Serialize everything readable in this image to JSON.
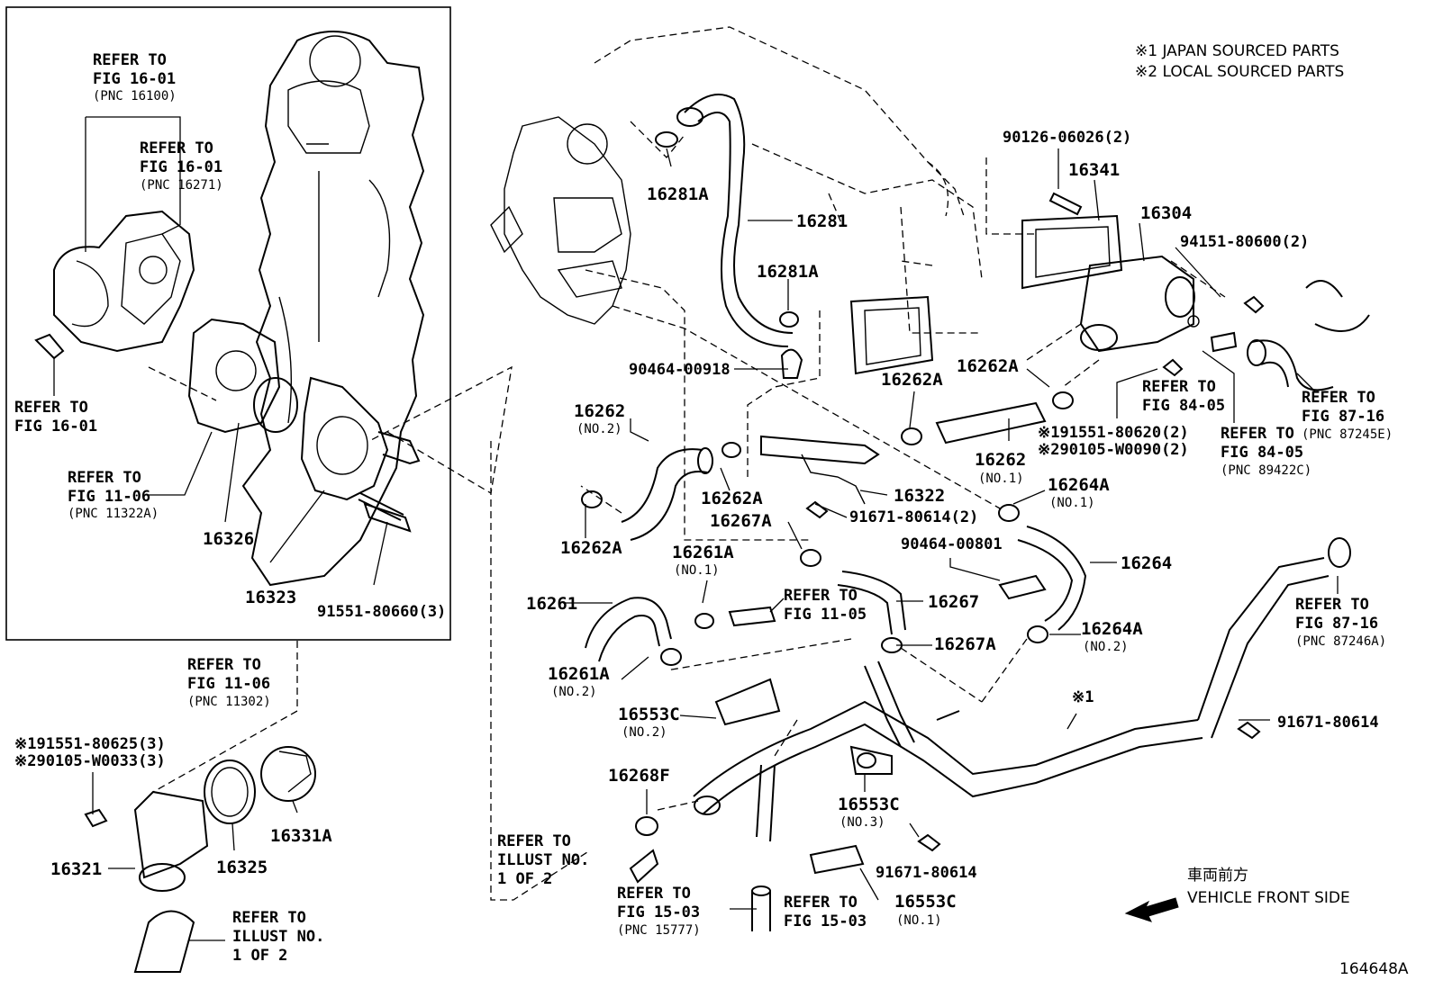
{
  "legend": {
    "note1": "※1 JAPAN SOURCED PARTS",
    "note2": "※2 LOCAL SOURCED PARTS"
  },
  "references": {
    "fig1601_pnc16100": {
      "l1": "REFER TO",
      "l2": "FIG 16-01",
      "l3": "(PNC 16100)"
    },
    "fig1601_pnc16271": {
      "l1": "REFER TO",
      "l2": "FIG 16-01",
      "l3": "(PNC 16271)"
    },
    "fig1601": {
      "l1": "REFER TO",
      "l2": "FIG 16-01"
    },
    "fig1106_pnc11322a": {
      "l1": "REFER TO",
      "l2": "FIG 11-06",
      "l3": "(PNC 11322A)"
    },
    "fig1106_pnc11302": {
      "l1": "REFER TO",
      "l2": "FIG 11-06",
      "l3": "(PNC 11302)"
    },
    "fig1105": {
      "l1": "REFER TO",
      "l2": "FIG 11-05"
    },
    "fig8405": {
      "l1": "REFER TO",
      "l2": "FIG 84-05"
    },
    "fig8405_pnc89422c": {
      "l1": "REFER TO",
      "l2": "FIG 84-05",
      "l3": "(PNC 89422C)"
    },
    "fig8716_pnc87245e": {
      "l1": "REFER TO",
      "l2": "FIG 87-16",
      "l3": "(PNC 87245E)"
    },
    "fig8716_pnc87246a": {
      "l1": "REFER TO",
      "l2": "FIG 87-16",
      "l3": "(PNC 87246A)"
    },
    "fig1503_pnc15777": {
      "l1": "REFER TO",
      "l2": "FIG 15-03",
      "l3": "(PNC 15777)"
    },
    "fig1503": {
      "l1": "REFER TO",
      "l2": "FIG 15-03"
    },
    "illust_left": {
      "l1": "REFER TO",
      "l2": "ILLUST NO.",
      "l3": "1 OF 2"
    },
    "illust_mid": {
      "l1": "REFER TO",
      "l2": "ILLUST NO.",
      "l3": "1 OF 2"
    }
  },
  "parts": {
    "p16326": "16326",
    "p16323": "16323",
    "p91551_80660": "91551-80660(3)",
    "p16281A_top": "16281A",
    "p16281": "16281",
    "p16281A_mid": "16281A",
    "p90464_00918": "90464-00918",
    "p90126": "90126-06026(2)",
    "p16341": "16341",
    "p16304": "16304",
    "p94151": "94151-80600(2)",
    "p16262A_r1": "16262A",
    "p16262A_r2": "16262A",
    "p16262_r": "16262",
    "p16262_r_sub": "(NO.1)",
    "p191551_80620": "※191551-80620(2)",
    "p290105_w0090": "※290105-W0090(2)",
    "p16262_l": "16262",
    "p16262_l_sub": "(NO.2)",
    "p16262A_c": "16262A",
    "p16262A_l": "16262A",
    "p16322": "16322",
    "p91671_80614_2": "91671-80614(2)",
    "p16267A_t": "16267A",
    "p16264A_t": "16264A",
    "p16264A_t_sub": "(NO.1)",
    "p16264": "16264",
    "p90464_00801": "90464-00801",
    "p16261A_t": "16261A",
    "p16261A_t_sub": "(NO.1)",
    "p16261": "16261",
    "p16267": "16267",
    "p16267A_b": "16267A",
    "p16264A_b": "16264A",
    "p16264A_b_sub": "(NO.2)",
    "p16261A_b": "16261A",
    "p16261A_b_sub": "(NO.2)",
    "p16553C_2": "16553C",
    "p16553C_2_sub": "(NO.2)",
    "p_mark1": "※1",
    "p91671_80614_r": "91671-80614",
    "p16268F": "16268F",
    "p16553C_3": "16553C",
    "p16553C_3_sub": "(NO.3)",
    "p91671_80614_b": "91671-80614",
    "p16553C_1": "16553C",
    "p16553C_1_sub": "(NO.1)",
    "p191551_80625": "※191551-80625(3)",
    "p290105_w0033": "※290105-W0033(3)",
    "p16331A": "16331A",
    "p16325": "16325",
    "p16321": "16321"
  },
  "direction": {
    "jp": "車両前方",
    "en": "VEHICLE FRONT SIDE"
  },
  "diagram_id": "164648A"
}
